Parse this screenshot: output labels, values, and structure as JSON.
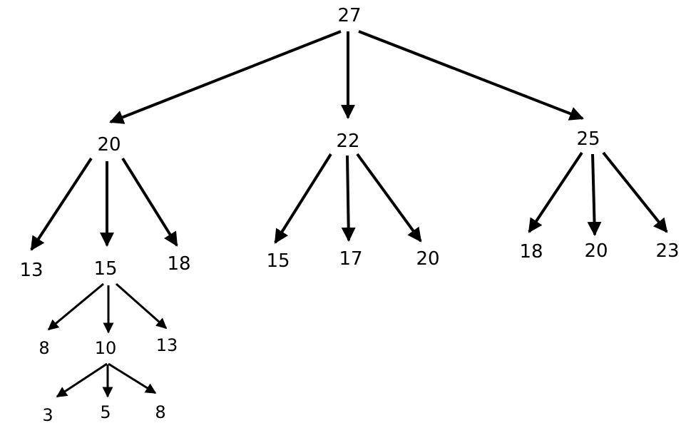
{
  "nodes": {
    "root": "27",
    "a": "20",
    "b": "22",
    "c": "25",
    "a1": "13",
    "a2": "15",
    "a3": "18",
    "b1": "15",
    "b2": "17",
    "b3": "20",
    "c1": "18",
    "c2": "20",
    "c3": "23",
    "a2_1": "8",
    "a2_2": "10",
    "a2_3": "13",
    "a2_2_1": "3",
    "a2_2_2": "5",
    "a2_2_3": "8"
  },
  "colors": {
    "line": "#000000",
    "text": "#000000",
    "background": "#ffffff"
  }
}
